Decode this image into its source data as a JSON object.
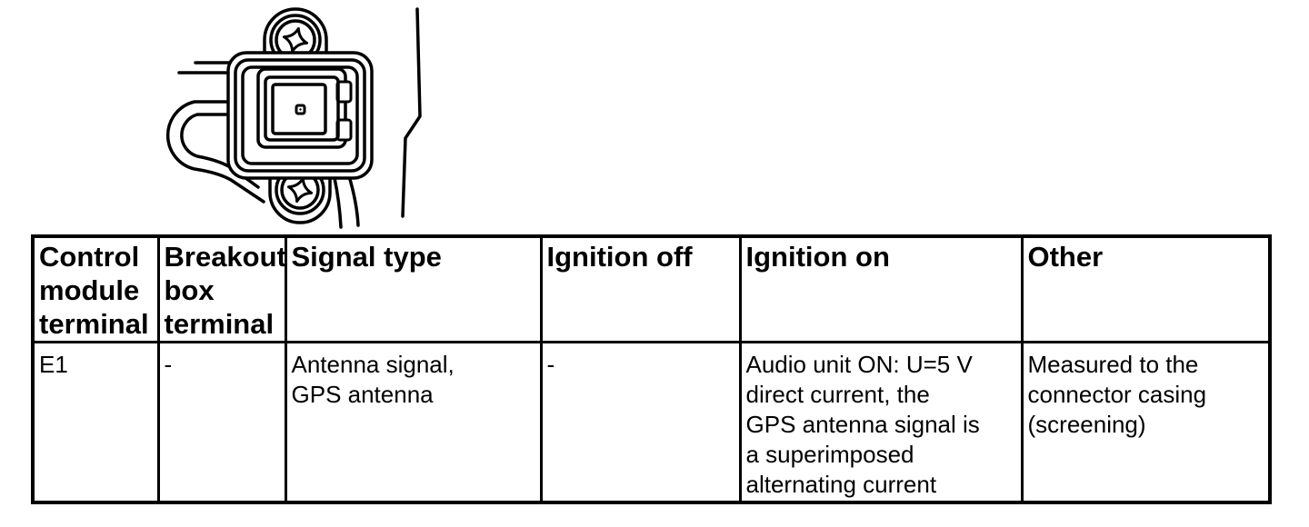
{
  "colors": {
    "background": "#ffffff",
    "text": "#000000",
    "border": "#000000",
    "line_art": "#000000"
  },
  "table": {
    "headers": [
      {
        "id": "control-module-terminal",
        "label": "Control\nmodule\nterminal"
      },
      {
        "id": "breakout-box-terminal",
        "label": "Breakout\nbox\nterminal"
      },
      {
        "id": "signal-type",
        "label": "Signal type"
      },
      {
        "id": "ignition-off",
        "label": "Ignition off"
      },
      {
        "id": "ignition-on",
        "label": "Ignition on"
      },
      {
        "id": "other",
        "label": "Other"
      }
    ],
    "rows": [
      {
        "control_module_terminal": "E1",
        "breakout_box_terminal": "-",
        "signal_type": "Antenna signal,\nGPS antenna",
        "ignition_off": "-",
        "ignition_on": "Audio unit ON: U=5 V\ndirect current, the\nGPS antenna signal is\na superimposed\nalternating current",
        "other": "Measured to the\nconnector casing\n(screening)"
      }
    ]
  }
}
